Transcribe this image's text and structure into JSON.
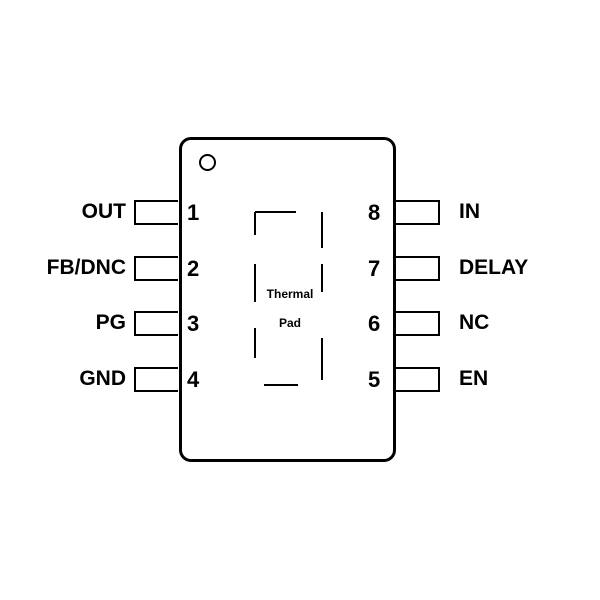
{
  "pins": [
    {
      "number": "1",
      "name": "OUT"
    },
    {
      "number": "2",
      "name": "FB/DNC"
    },
    {
      "number": "3",
      "name": "PG"
    },
    {
      "number": "4",
      "name": "GND"
    },
    {
      "number": "5",
      "name": "EN"
    },
    {
      "number": "6",
      "name": "NC"
    },
    {
      "number": "7",
      "name": "DELAY"
    },
    {
      "number": "8",
      "name": "IN"
    }
  ],
  "thermal_pad": {
    "line1": "Thermal",
    "line2": "Pad"
  }
}
